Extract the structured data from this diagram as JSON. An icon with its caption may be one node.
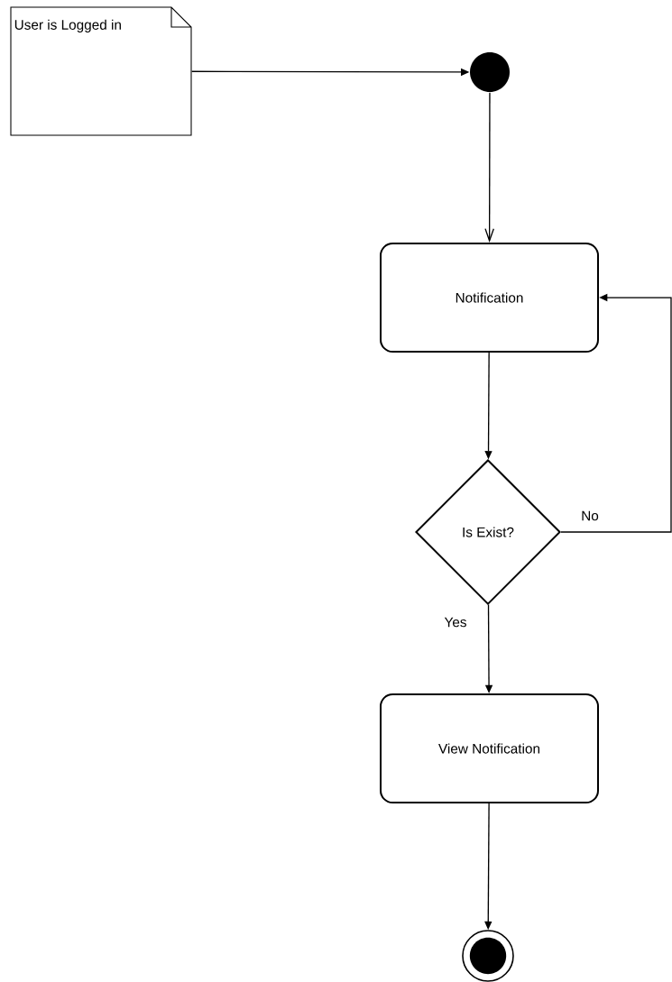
{
  "diagram": {
    "nodes": [
      {
        "text": [
          "User is Logged in"
        ]
      },
      {
        "text": [],
        "shape": "circle"
      },
      {
        "text": [
          "Notification"
        ]
      },
      {
        "text": [
          "Is Exist?"
        ]
      },
      {
        "text": [
          "View Notification"
        ]
      },
      {
        "text": [],
        "shape": "circle"
      }
    ],
    "edges": [
      {
        "from": 0,
        "to": 1,
        "arrow": "to"
      },
      {
        "from": 1,
        "to": 2,
        "arrow": "to"
      },
      {
        "from": 2,
        "to": 3,
        "arrow": "to"
      },
      {
        "from": 3,
        "to": 4,
        "label": "Yes",
        "arrow": "to"
      },
      {
        "from": 3,
        "to": 2,
        "label": "No",
        "arrow": "to"
      },
      {
        "from": 4,
        "to": 5,
        "arrow": "to"
      }
    ]
  }
}
